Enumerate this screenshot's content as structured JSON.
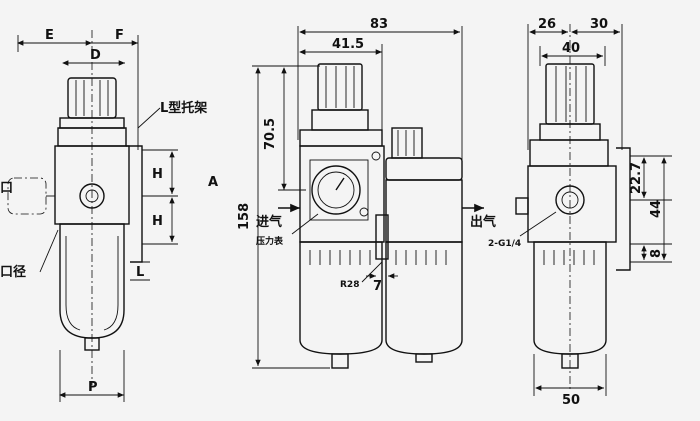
{
  "labels": {
    "E": "E",
    "F": "F",
    "D": "D",
    "L_bracket": "L型托架",
    "H1": "H",
    "H2": "H",
    "A": "A",
    "kou": "口",
    "kou_jing": "口径",
    "L": "L",
    "P": "P",
    "dim_83": "83",
    "dim_41_5": "41.5",
    "dim_70_5": "70.5",
    "dim_158": "158",
    "inlet": "进气",
    "gauge": "压力表",
    "r28": "R28",
    "dim_7": "7",
    "outlet": "出气",
    "dim_26": "26",
    "dim_30": "30",
    "dim_40": "40",
    "dim_22_7": "22.7",
    "dim_44": "44",
    "dim_8": "8",
    "port": "2-G1/4",
    "dim_50": "50"
  }
}
